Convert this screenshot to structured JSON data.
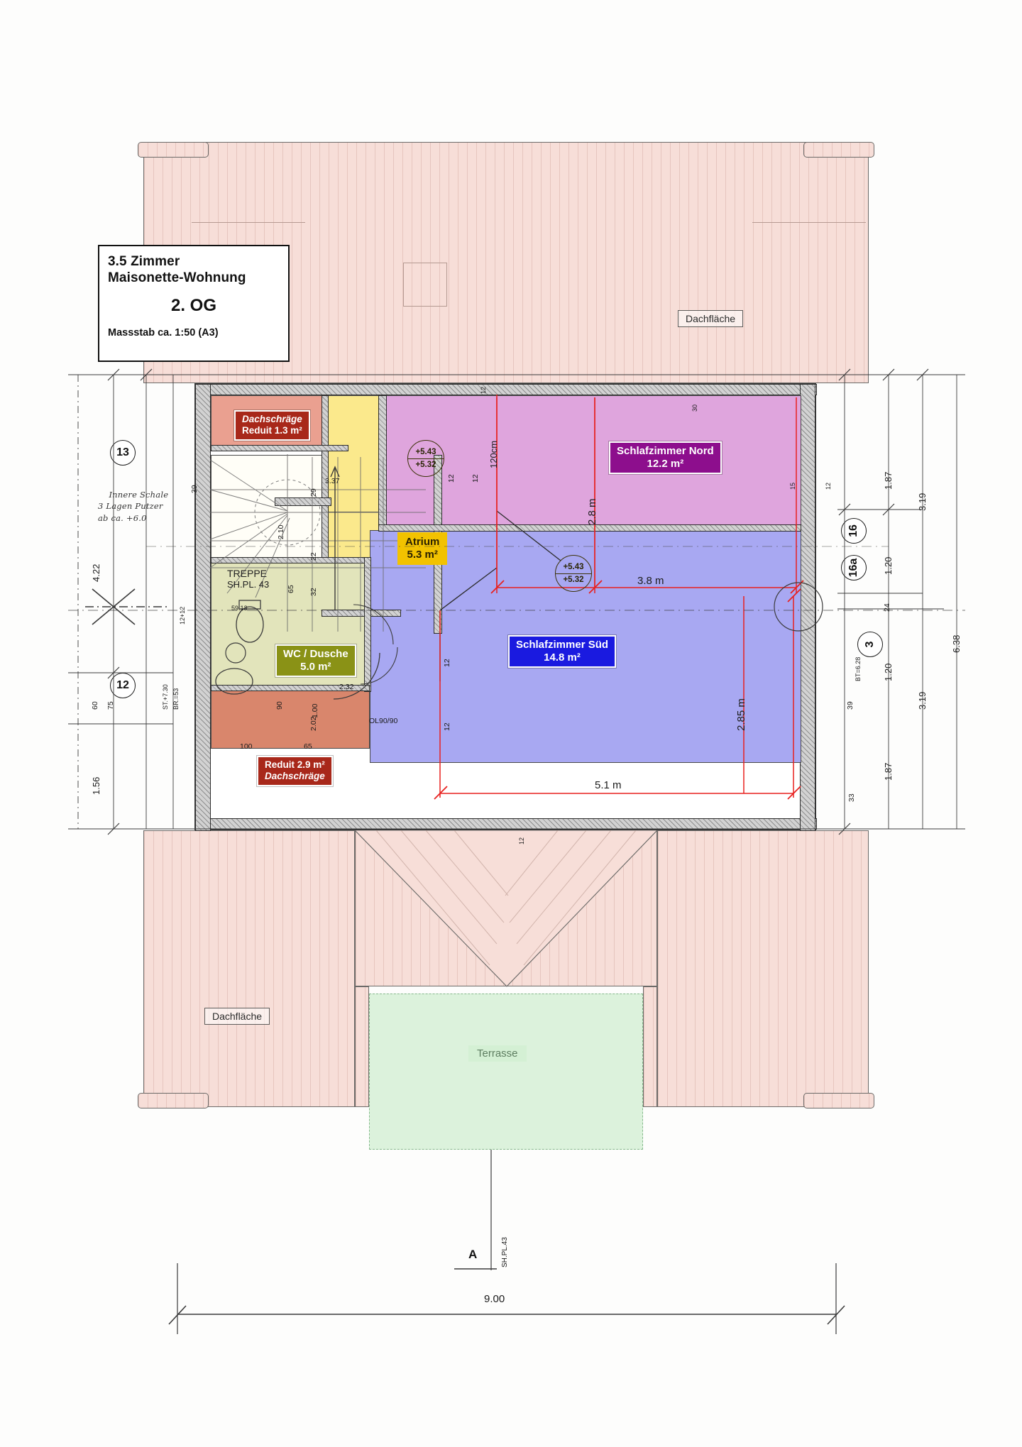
{
  "document": {
    "type": "architectural-floor-plan",
    "title_block": {
      "line1": "3.5 Zimmer",
      "line2": "Maisonette-Wohnung",
      "floor": "2. OG",
      "scale": "Massstab ca. 1:50 (A3)"
    }
  },
  "rooms": [
    {
      "id": "reduit-nord",
      "name": "Reduit 1.3 m²",
      "note": "Dachschräge",
      "area": "1.3 m²",
      "color": "#a8281a",
      "fill": "#eaa090"
    },
    {
      "id": "treppe",
      "name": "TREPPE",
      "note": "SH.PL. 43",
      "area": "",
      "color": "#222222",
      "fill": "#fffef7"
    },
    {
      "id": "atrium",
      "name": "Atrium",
      "note": "",
      "area": "5.3 m²",
      "color": "#f2c200",
      "fill": "#fbe98c"
    },
    {
      "id": "schlaf-nord",
      "name": "Schlafzimmer Nord",
      "note": "",
      "area": "12.2 m²",
      "color": "#8d0e8d",
      "fill": "#dfa5dd"
    },
    {
      "id": "schlaf-sued",
      "name": "Schlafzimmer Süd",
      "note": "",
      "area": "14.8 m²",
      "color": "#1a1ae0",
      "fill": "#a8a8f2"
    },
    {
      "id": "wc",
      "name": "WC / Dusche",
      "note": "",
      "area": "5.0 m²",
      "color": "#8a9216",
      "fill": "#e2e4bb"
    },
    {
      "id": "reduit-sued",
      "name": "Reduit 2.9 m²",
      "note": "Dachschräge",
      "area": "2.9 m²",
      "color": "#a8281a",
      "fill": "#d9866c"
    },
    {
      "id": "terrasse",
      "name": "Terrasse",
      "note": "",
      "area": "",
      "color": "#6f9a72",
      "fill": "#dcf2dc"
    }
  ],
  "labels": {
    "reduit_nord_note": "Dachschräge",
    "reduit_nord_area": "Reduit 1.3 m²",
    "treppe": "TREPPE",
    "treppe_sub": "SH.PL. 43",
    "atrium": "Atrium",
    "atrium_area": "5.3 m²",
    "schlaf_nord": "Schlafzimmer Nord",
    "schlaf_nord_area": "12.2 m²",
    "schlaf_sued": "Schlafzimmer Süd",
    "schlaf_sued_area": "14.8 m²",
    "wc": "WC / Dusche",
    "wc_area": "5.0 m²",
    "reduit_sued_area": "Reduit 2.9 m²",
    "reduit_sued_note": "Dachschräge",
    "terrasse": "Terrasse",
    "dachflaeche_top": "Dachfläche",
    "dachflaeche_bottom": "Dachfläche"
  },
  "levels": {
    "atrium_top": "+5.43",
    "atrium_bottom": "+5.32",
    "nord_top": "+5.43",
    "nord_bottom": "+5.32"
  },
  "grid_bubbles": [
    {
      "id": "13",
      "label": "13",
      "side": "left"
    },
    {
      "id": "12",
      "label": "12",
      "side": "left"
    },
    {
      "id": "16",
      "label": "16",
      "side": "right"
    },
    {
      "id": "16a",
      "label": "16a",
      "side": "right"
    },
    {
      "id": "3",
      "label": "3",
      "side": "right"
    }
  ],
  "dimensions": {
    "overall_width": "9.00",
    "left_chain": [
      "4.22",
      "60",
      "75",
      "1.56",
      "39"
    ],
    "right_chain": [
      "1.87",
      "3.19",
      "1.20",
      "24",
      "1.20",
      "3.19",
      "1.87",
      "6.38",
      "39",
      "33"
    ],
    "right_note": "BT=6.28",
    "top_ticks": [
      "12",
      "30",
      "15",
      "12",
      "12"
    ],
    "room_red": {
      "nord_width": "3.8 m",
      "nord_height": "2.8 m",
      "sued_width": "5.1 m",
      "sued_height": "2.85 m",
      "window_head": "120cm"
    },
    "interior": [
      "3.37",
      "29",
      "2.10",
      "22",
      "32",
      "65",
      "12",
      "100",
      "65",
      "1.00",
      "90",
      "2.02",
      "2.32",
      "OL90/90",
      "12+12",
      "ST.+7.30",
      "BR.=53",
      "59.13"
    ]
  },
  "section_marker": {
    "letter": "A",
    "sheet": "SH.PL.43"
  },
  "handwritten_note": "Innere Schale\n3 Lagen Putzer\nab ca. +6.0",
  "colors": {
    "roof_fill": "#f7ded8",
    "wall_gray": "#d2d2d2",
    "red_dim": "#c8102e",
    "paper": "#fdfdfc"
  }
}
